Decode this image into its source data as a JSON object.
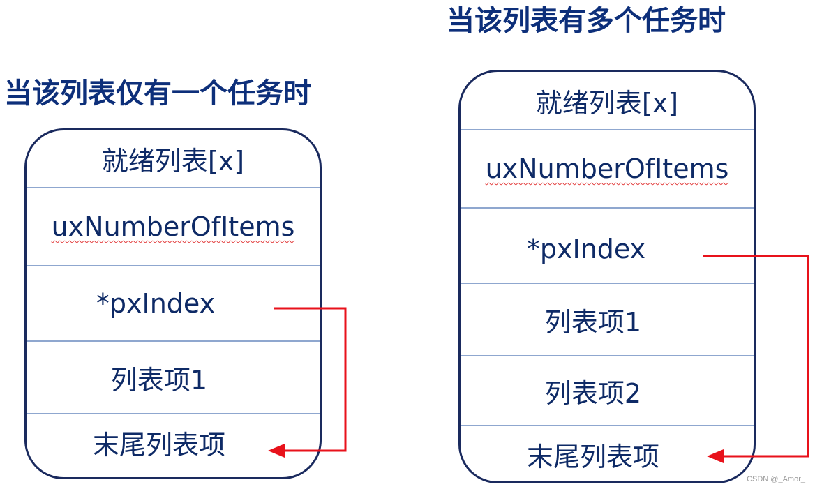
{
  "left_panel": {
    "heading": "当该列表仅有一个任务时",
    "rows": [
      "就绪列表[x]",
      "uxNumberOfItems",
      "*pxIndex",
      "列表项1",
      "末尾列表项"
    ]
  },
  "right_panel": {
    "heading": "当该列表有多个任务时",
    "rows": [
      "就绪列表[x]",
      "uxNumberOfItems",
      "*pxIndex",
      "列表项1",
      "列表项2",
      "末尾列表项"
    ]
  },
  "colors": {
    "border": "#1a2a5e",
    "text": "#0e2a66",
    "divider": "#8fa7cf",
    "arrow": "#e8121b",
    "heading": "#0d2f7a"
  },
  "watermark": "CSDN @_Amor_"
}
